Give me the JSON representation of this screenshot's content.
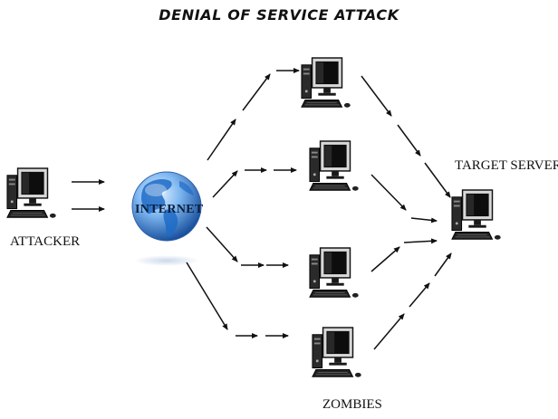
{
  "diagram": {
    "title": "DENIAL OF SERVICE ATTACK",
    "labels": {
      "attacker": "ATTACKER",
      "internet": "INTERNET",
      "target_server": "TARGET SERVER",
      "zombies": "ZOMBIES"
    },
    "nodes": [
      {
        "id": "attacker",
        "type": "computer",
        "label": "ATTACKER"
      },
      {
        "id": "internet",
        "type": "globe",
        "label": "INTERNET"
      },
      {
        "id": "zombie-1",
        "type": "computer",
        "group": "ZOMBIES"
      },
      {
        "id": "zombie-2",
        "type": "computer",
        "group": "ZOMBIES"
      },
      {
        "id": "zombie-3",
        "type": "computer",
        "group": "ZOMBIES"
      },
      {
        "id": "zombie-4",
        "type": "computer",
        "group": "ZOMBIES"
      },
      {
        "id": "target-server",
        "type": "computer",
        "label": "TARGET SERVER"
      }
    ],
    "flows": [
      {
        "from": "attacker",
        "to": "internet"
      },
      {
        "from": "internet",
        "to": "zombie-1"
      },
      {
        "from": "internet",
        "to": "zombie-2"
      },
      {
        "from": "internet",
        "to": "zombie-3"
      },
      {
        "from": "internet",
        "to": "zombie-4"
      },
      {
        "from": "zombie-1",
        "to": "target-server"
      },
      {
        "from": "zombie-2",
        "to": "target-server"
      },
      {
        "from": "zombie-3",
        "to": "target-server"
      },
      {
        "from": "zombie-4",
        "to": "target-server"
      }
    ],
    "colors": {
      "globe_light": "#cfe6ff",
      "globe_mid": "#5a9ee8",
      "globe_dark": "#1d4f9e",
      "continent": "#1f6bc7",
      "arrow": "#111111",
      "computer": "#1a1a1a"
    }
  }
}
